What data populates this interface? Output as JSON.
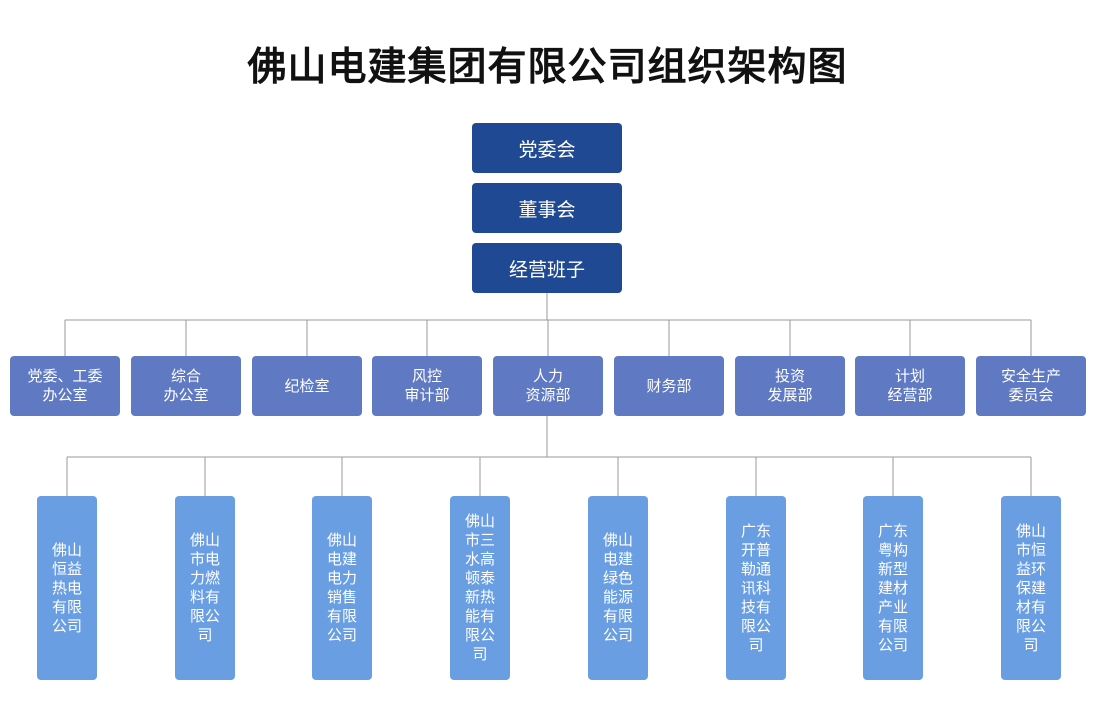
{
  "title": "佛山电建集团有限公司组织架构图",
  "colors": {
    "top": "#1f4a93",
    "dept": "#5f79c2",
    "sub": "#6a9ee3",
    "line": "#9a9a9a"
  },
  "top": [
    "党委会",
    "董事会",
    "经营班子"
  ],
  "departments": [
    "党委、工委\n办公室",
    "综合\n办公室",
    "纪检室",
    "风控\n审计部",
    "人力\n资源部",
    "财务部",
    "投资\n发展部",
    "计划\n经营部",
    "安全生产\n委员会"
  ],
  "subsidiaries": [
    "佛山恒益热电有限公司",
    "佛山市电力燃料有限公司",
    "佛山电建电力销售有限公司",
    "佛山市三水高顿泰新热能有限公司",
    "佛山电建绿色能源有限公司",
    "广东开普勒通讯科技有限公司",
    "广东粤构新型建材产业有限公司",
    "佛山市恒益环保建材有限公司"
  ]
}
